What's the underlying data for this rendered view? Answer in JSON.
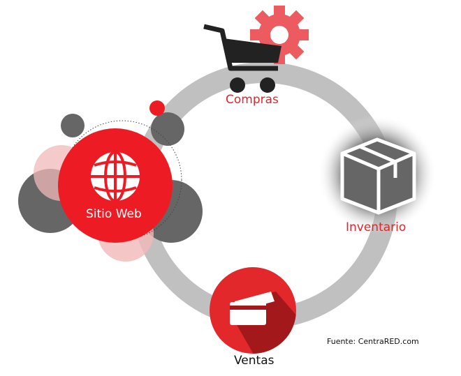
{
  "nodes": {
    "compras": "Compras",
    "inventario": "Inventario",
    "ventas": "Ventas",
    "sitio_web": "Sitio Web"
  },
  "source": "Fuente: CentraRED.com",
  "colors": {
    "accent": "#ed1c24",
    "ring": "#c0c0c0",
    "dark": "#666666",
    "pink": "#f2b8b8"
  }
}
